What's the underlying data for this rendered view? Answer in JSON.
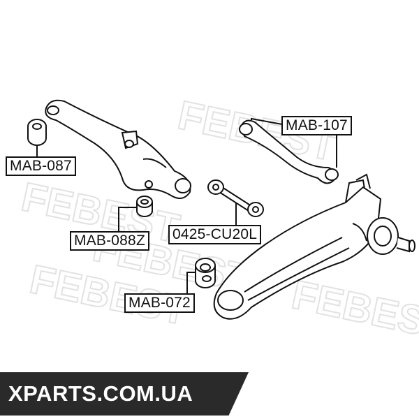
{
  "labels": {
    "mab_087": "MAB-087",
    "mab_107": "MAB-107",
    "mab_088z": "MAB-088Z",
    "cu20l": "0425-CU20L",
    "mab_072": "MAB-072"
  },
  "watermark": "FEBEST",
  "banner": "XPARTS.COM.UA",
  "colors": {
    "ink": "#111111",
    "watermark": "#e4e4e4",
    "banner_bg": "#2a2a2a",
    "banner_text": "#ffffff"
  }
}
